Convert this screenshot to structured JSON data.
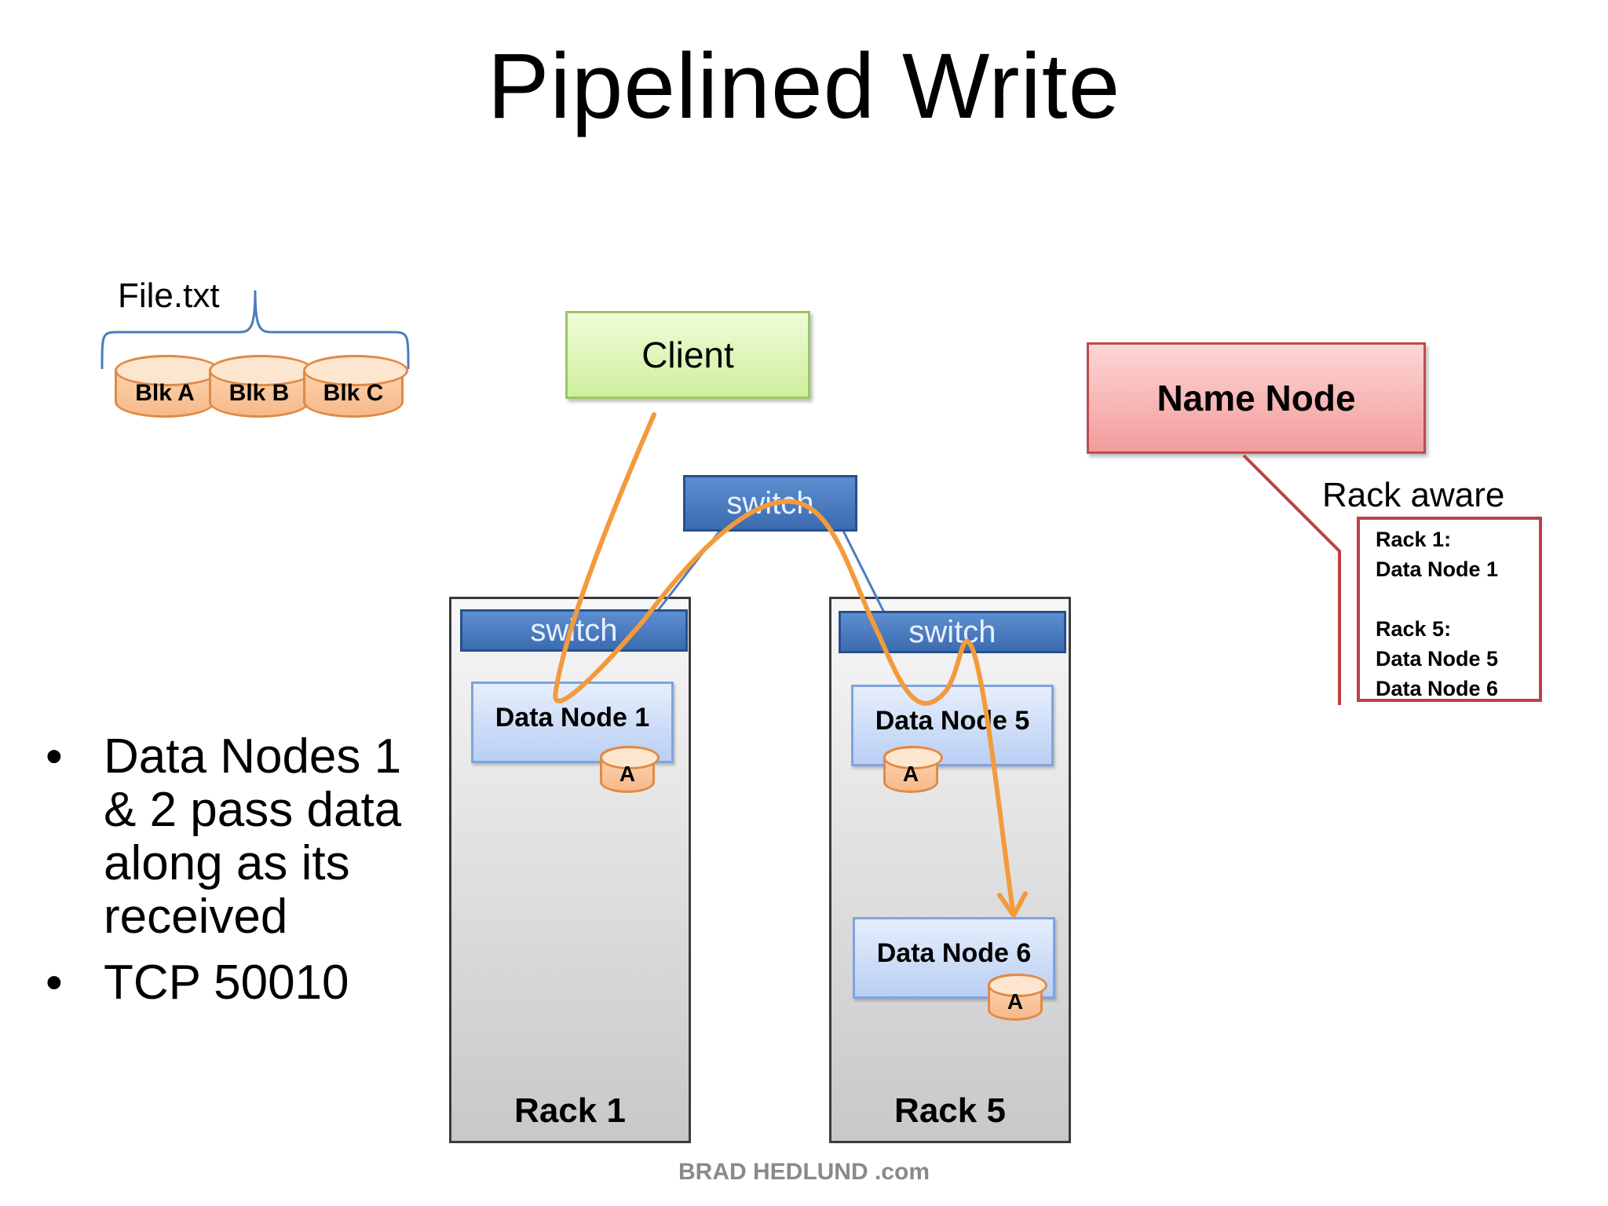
{
  "title": "Pipelined Write",
  "file": {
    "name": "File.txt",
    "blocks": [
      "Blk A",
      "Blk B",
      "Blk C"
    ]
  },
  "client": {
    "label": "Client"
  },
  "name_node": {
    "label": "Name Node",
    "rack_aware_label": "Rack aware",
    "rack_info": {
      "rack1_title": "Rack 1:",
      "rack1_node": "Data Node 1",
      "rack5_title": "Rack 5:",
      "rack5_node_a": "Data Node 5",
      "rack5_node_b": "Data Node 6"
    }
  },
  "core_switch": {
    "label": "switch"
  },
  "racks": [
    {
      "label": "Rack 1",
      "switch_label": "switch",
      "nodes": [
        {
          "label": "Data Node 1",
          "block": "A"
        }
      ]
    },
    {
      "label": "Rack 5",
      "switch_label": "switch",
      "nodes": [
        {
          "label": "Data Node 5",
          "block": "A"
        },
        {
          "label": "Data Node 6",
          "block": "A"
        }
      ]
    }
  ],
  "bullets": [
    "Data Nodes 1 & 2 pass data along as its received",
    "TCP 50010"
  ],
  "footer": "BRAD HEDLUND .com",
  "colors": {
    "pipeline_arrow": "#f39a3c",
    "switch": "#4a7cc0",
    "link": "#4a7cc0",
    "name_node_link": "#c0404a"
  }
}
